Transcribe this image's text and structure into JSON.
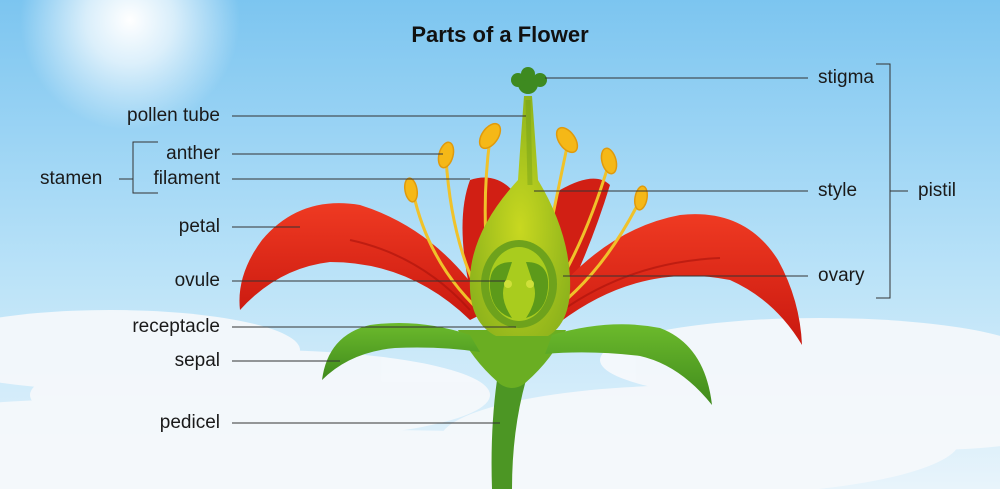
{
  "title": "Parts of a Flower",
  "labels": {
    "pollen_tube": "pollen tube",
    "anther": "anther",
    "stamen": "stamen",
    "filament": "filament",
    "petal": "petal",
    "ovule": "ovule",
    "receptacle": "receptacle",
    "sepal": "sepal",
    "pedicel": "pedicel",
    "stigma": "stigma",
    "style": "style",
    "pistil": "pistil",
    "ovary": "ovary"
  },
  "colors": {
    "sky_top": "#9fd3f3",
    "sky_mid": "#bfe4f8",
    "cloud": "#f4f8fb",
    "petal_red": "#e8261b",
    "petal_dark": "#b5150f",
    "green": "#5aa52a",
    "light_green": "#a8c81e",
    "anther_yellow": "#f5b817",
    "leader_line": "#333333"
  }
}
